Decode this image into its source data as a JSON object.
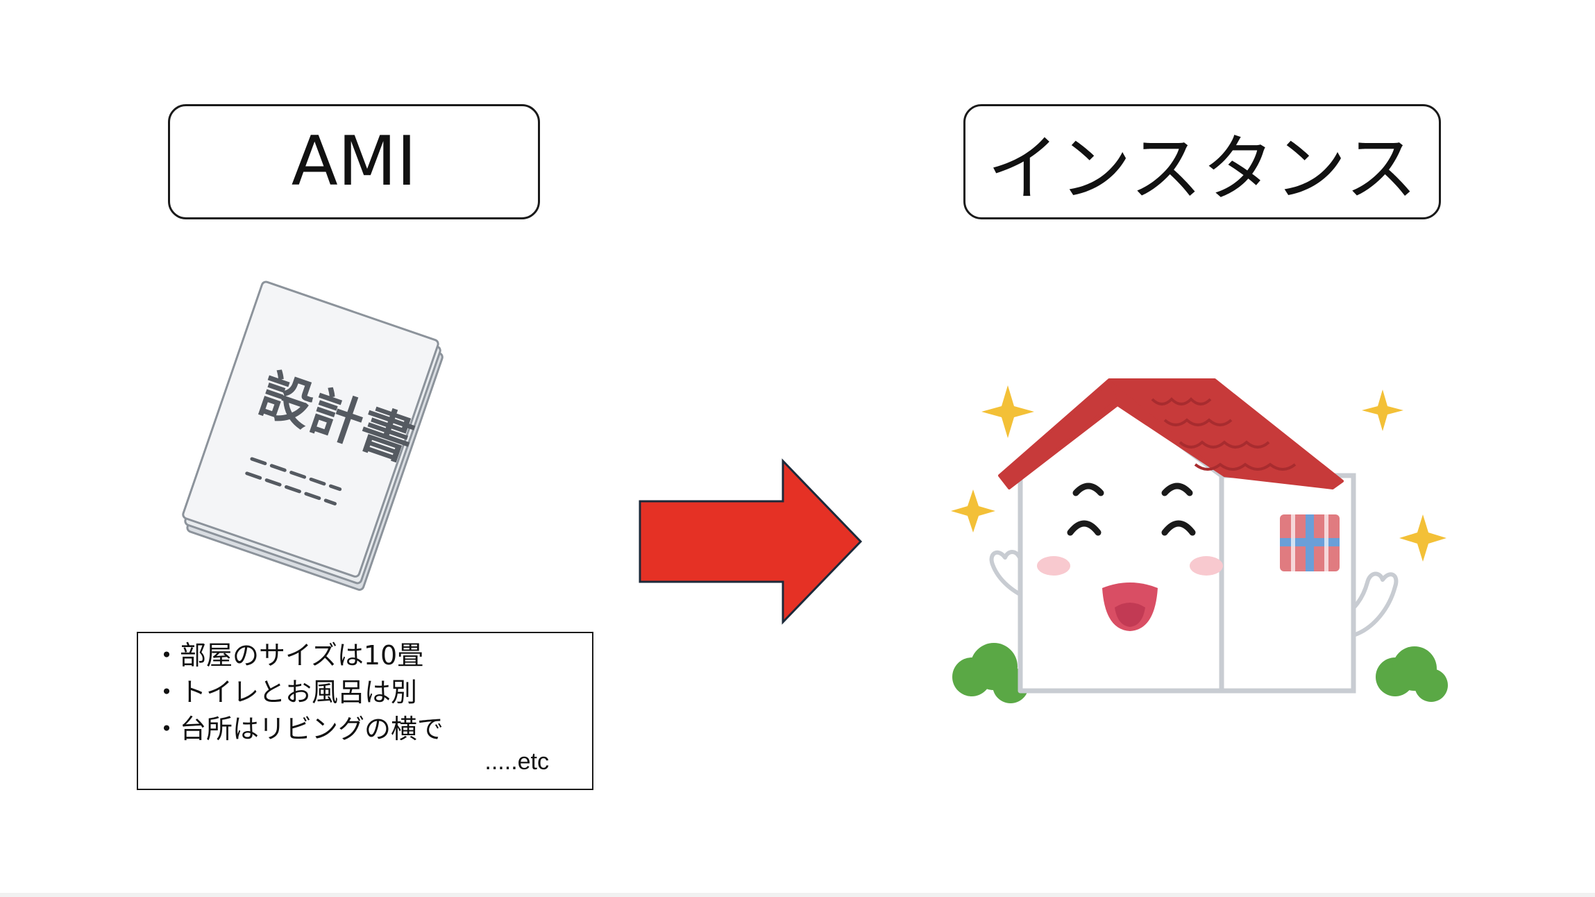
{
  "labels": {
    "ami": "AMI",
    "instance": "インスタンス"
  },
  "book": {
    "title": "設計書"
  },
  "notes": {
    "lines": [
      "・部屋のサイズは10畳",
      "・トイレとお風呂は別",
      "・台所はリビングの横で"
    ],
    "etc": ".....etc"
  },
  "colors": {
    "arrow_fill": "#e53125",
    "arrow_stroke": "#1d2a3a",
    "roof": "#c73a3a",
    "roof_dark": "#a82c2f",
    "house_wall": "#ffffff",
    "house_outline": "#c8ccd2",
    "sparkle": "#f3c037",
    "bush": "#5aa845",
    "cheek": "#f8c9cf",
    "mouth": "#d94e64"
  },
  "icons": {
    "book": "design-document-icon",
    "arrow": "right-arrow-icon",
    "house": "smiling-house-icon"
  }
}
